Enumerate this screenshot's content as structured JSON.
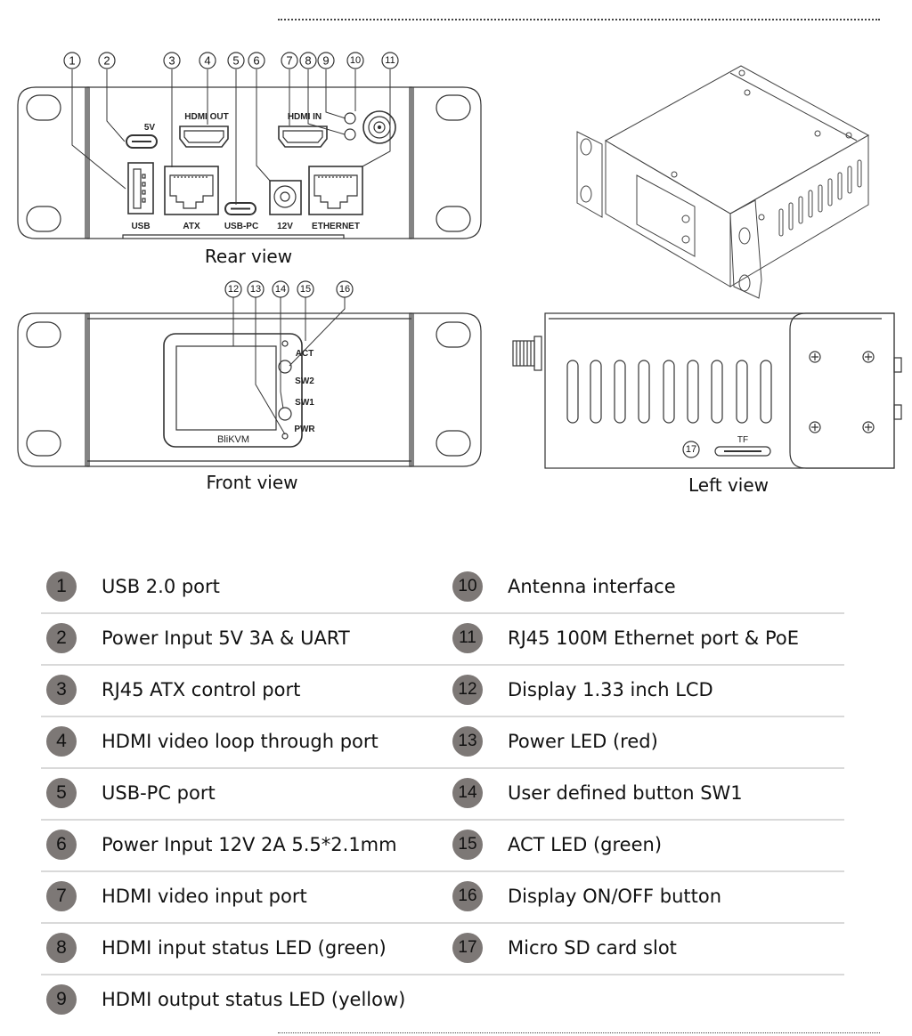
{
  "views": {
    "rear": {
      "caption": "Rear view",
      "port_labels": {
        "five_v": "5V",
        "hdmi_out": "HDMI OUT",
        "hdmi_in": "HDMI IN",
        "usb": "USB",
        "atx": "ATX",
        "usb_pc": "USB-PC",
        "twelve_v": "12V",
        "ethernet": "ETHERNET"
      },
      "callouts": [
        "1",
        "2",
        "3",
        "4",
        "5",
        "6",
        "7",
        "8",
        "9",
        "10",
        "11"
      ]
    },
    "front": {
      "caption": "Front view",
      "brand": "BliKVM",
      "labels": {
        "act": "ACT",
        "sw2": "SW2",
        "sw1": "SW1",
        "pwr": "PWR"
      },
      "callouts": [
        "12",
        "13",
        "14",
        "15",
        "16"
      ]
    },
    "left": {
      "caption": "Left view",
      "tf_label": "TF",
      "callouts": [
        "17"
      ]
    },
    "isometric": {
      "caption": ""
    }
  },
  "legend": {
    "badge_color": "#7d7876",
    "left": [
      {
        "num": "1",
        "text": "USB 2.0 port"
      },
      {
        "num": "2",
        "text": "Power Input 5V 3A & UART"
      },
      {
        "num": "3",
        "text": "RJ45 ATX control port"
      },
      {
        "num": "4",
        "text": "HDMI video loop through port"
      },
      {
        "num": "5",
        "text": "USB-PC port"
      },
      {
        "num": "6",
        "text": "Power Input 12V 2A 5.5*2.1mm"
      },
      {
        "num": "7",
        "text": "HDMI video input port"
      },
      {
        "num": "8",
        "text": "HDMI input status LED (green)"
      },
      {
        "num": "9",
        "text": "HDMI output status LED (yellow)"
      }
    ],
    "right": [
      {
        "num": "10",
        "text": "Antenna interface"
      },
      {
        "num": "11",
        "text": "RJ45 100M Ethernet port & PoE"
      },
      {
        "num": "12",
        "text": "Display 1.33 inch LCD"
      },
      {
        "num": "13",
        "text": "Power LED (red)"
      },
      {
        "num": "14",
        "text": "User defined button SW1"
      },
      {
        "num": "15",
        "text": "ACT LED (green)"
      },
      {
        "num": "16",
        "text": "Display ON/OFF button"
      },
      {
        "num": "17",
        "text": "Micro SD card slot"
      }
    ]
  }
}
